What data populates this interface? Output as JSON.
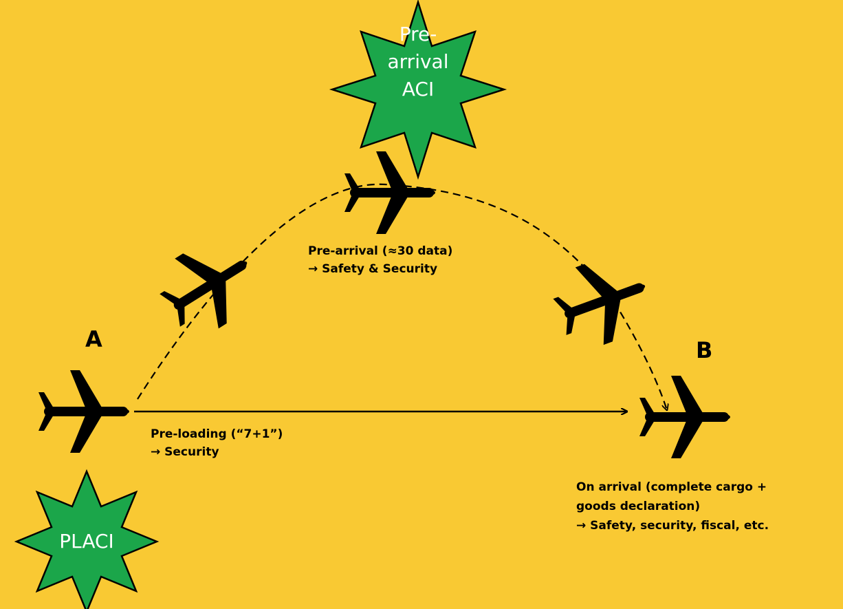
{
  "points": {
    "a": "A",
    "b": "B"
  },
  "badges": {
    "pre_arrival_lines": [
      "Pre-",
      "arrival",
      "ACI"
    ],
    "placi": "PLACI"
  },
  "legs": {
    "pre_arrival": {
      "line1": "Pre-arrival (≈30 data)",
      "line2": "→ Safety & Security"
    },
    "pre_loading": {
      "line1": "Pre-loading (“7+1”)",
      "line2": "→ Security"
    },
    "on_arrival": {
      "line1": "On arrival (complete cargo +",
      "line2": "goods declaration)",
      "line3": "→ Safety, security, fiscal, etc."
    }
  },
  "colors": {
    "background": "#F9C933",
    "badge": "#1BA64A",
    "ink": "#000000"
  },
  "icons": [
    "airplane-icon",
    "arrow-icon"
  ]
}
